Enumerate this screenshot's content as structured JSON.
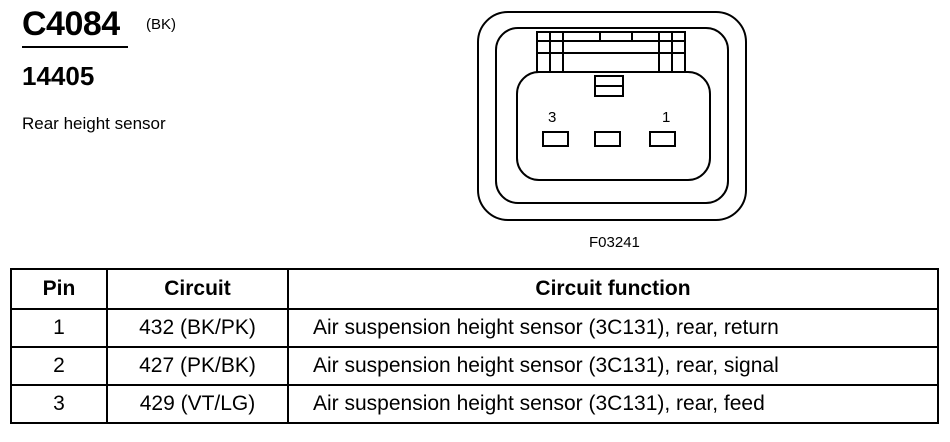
{
  "header": {
    "connector_id": "C4084",
    "color_code": "(BK)",
    "part_number": "14405",
    "description": "Rear height sensor"
  },
  "diagram": {
    "pin_labels": [
      "3",
      "1"
    ],
    "figure_code": "F03241"
  },
  "table": {
    "headers": [
      "Pin",
      "Circuit",
      "Circuit function"
    ],
    "rows": [
      {
        "pin": "1",
        "circuit": "432 (BK/PK)",
        "function": "Air suspension height sensor (3C131), rear, return"
      },
      {
        "pin": "2",
        "circuit": "427 (PK/BK)",
        "function": "Air suspension height sensor (3C131), rear, signal"
      },
      {
        "pin": "3",
        "circuit": "429 (VT/LG)",
        "function": "Air suspension height sensor (3C131), rear, feed"
      }
    ]
  }
}
